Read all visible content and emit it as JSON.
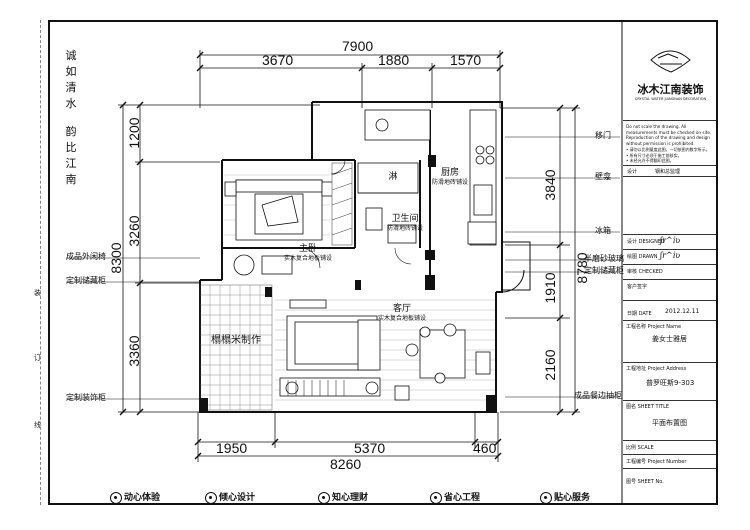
{
  "poem": [
    "诚",
    "如",
    "清",
    "水",
    "",
    "韵",
    "比",
    "江",
    "南"
  ],
  "dims": {
    "top_total": "7900",
    "top_parts": [
      "3670",
      "1880",
      "1570"
    ],
    "bottom_total": "8260",
    "bottom_parts": [
      "1950",
      "5370",
      "460"
    ],
    "left_total": "8300",
    "left_parts": [
      "1200",
      "3260",
      "3360"
    ],
    "right_total": "8780",
    "right_parts": [
      "3840",
      "1910",
      "2160"
    ]
  },
  "rooms": {
    "master_bedroom": {
      "name": "主卧",
      "note": "实木复合地板铺设"
    },
    "kitchen": {
      "name": "厨房",
      "note": "防滑地砖铺设"
    },
    "shower": {
      "name": "淋"
    },
    "bathroom": {
      "name": "卫生间",
      "note": "防滑地砖铺设"
    },
    "living": {
      "name": "客厅",
      "note": "实木复合地板铺设"
    },
    "tatami": {
      "name": "榻榻米制作"
    }
  },
  "left_notes": [
    "成品外闲椅",
    "定制储藏柜",
    "定制装饰柜"
  ],
  "right_notes": [
    "移门",
    "壁龛",
    "冰箱",
    "半磨砂玻璃",
    "定制储藏柜",
    "成品餐边抽柜"
  ],
  "side_marks": [
    "装",
    "订",
    "线"
  ],
  "title_block": {
    "logo_text": "冰木江南装饰",
    "logo_sub": "CRYSTAL WATER JIANGNAN DECORATION",
    "notice_en": "Do not scale the drawing. All measurements must be checked on site. Reproduction of the drawing and design without permission is prohibited.",
    "notice_cn": [
      "• 请勿以比例量度此图，一切依图内数字所示。",
      "• 所有尺寸必须于施工前核实。",
      "• 未经允许不得翻印此图。"
    ],
    "designer_label": "设计",
    "designer_name": "钢和总监理",
    "sign_labels": [
      "设计 DESIGNED",
      "绘图 DRAWN",
      "审核 CHECKED",
      "客户签字",
      "日期 DATE"
    ],
    "date": "2012.12.11",
    "project_name_label": "工程名称  Project Name",
    "project_name": "姜女士雅居",
    "project_address_label": "工程地址  Project Address",
    "project_address": "普罗旺斯9-303",
    "sheet_title_label": "图名  SHEET TITLE",
    "sheet_title": "平面布置图",
    "scale_label": "比例  SCALE",
    "project_no_label": "工程编号  Project Number",
    "sheet_no_label": "图号  SHEET No."
  },
  "footer": [
    "动心体验",
    "倾心设计",
    "知心理财",
    "省心工程",
    "贴心服务"
  ]
}
